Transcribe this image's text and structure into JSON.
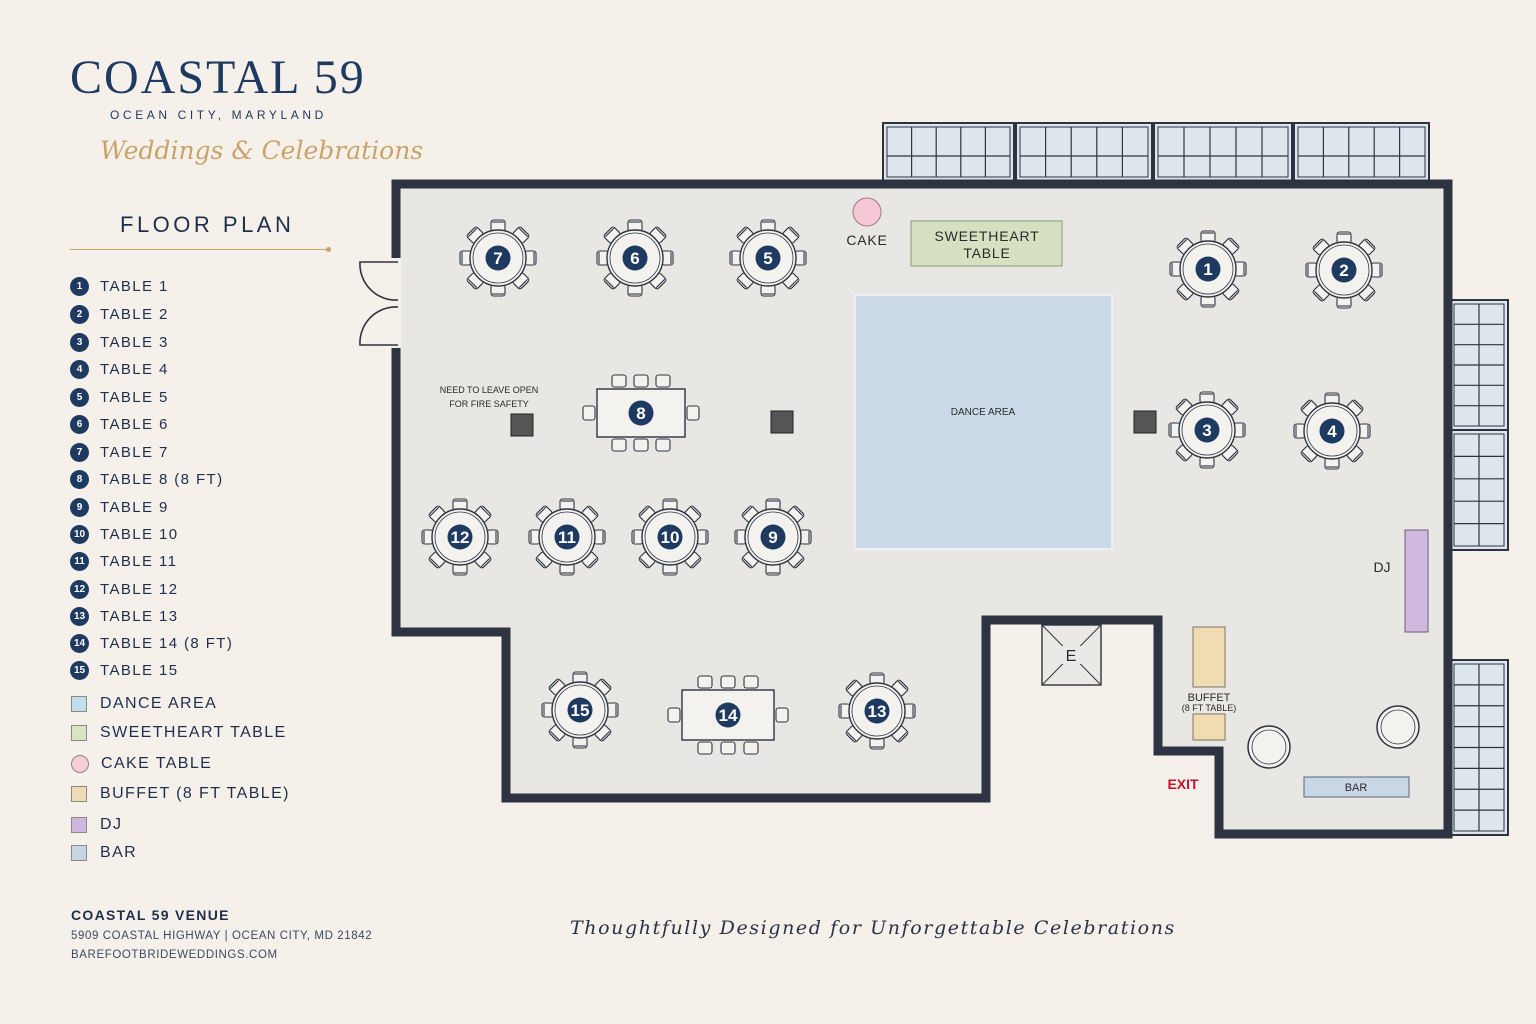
{
  "brand": {
    "title": "COASTAL 59",
    "subtitle": "OCEAN CITY, MARYLAND",
    "script": "Weddings & Celebrations"
  },
  "floor_plan_title": "FLOOR PLAN",
  "legend": {
    "tables": [
      {
        "num": "1",
        "label": "TABLE 1"
      },
      {
        "num": "2",
        "label": "TABLE 2"
      },
      {
        "num": "3",
        "label": "TABLE 3"
      },
      {
        "num": "4",
        "label": "TABLE 4"
      },
      {
        "num": "5",
        "label": "TABLE 5"
      },
      {
        "num": "6",
        "label": "TABLE 6"
      },
      {
        "num": "7",
        "label": "TABLE 7"
      },
      {
        "num": "8",
        "label": "TABLE 8 (8 FT)"
      },
      {
        "num": "9",
        "label": "TABLE 9"
      },
      {
        "num": "10",
        "label": "TABLE 10"
      },
      {
        "num": "11",
        "label": "TABLE 11"
      },
      {
        "num": "12",
        "label": "TABLE 12"
      },
      {
        "num": "13",
        "label": "TABLE 13"
      },
      {
        "num": "14",
        "label": "TABLE 14 (8 FT)"
      },
      {
        "num": "15",
        "label": "TABLE 15"
      }
    ],
    "areas": [
      {
        "label": "DANCE AREA",
        "color": "#bfe0ea"
      },
      {
        "label": "SWEETHEART TABLE",
        "color": "#d8e4c4"
      },
      {
        "label": "CAKE TABLE",
        "color": "#f5cdd6"
      },
      {
        "label": "BUFFET (8 FT TABLE)",
        "color": "#f0dcb4"
      },
      {
        "label": "DJ",
        "color": "#cfb6dc"
      },
      {
        "label": "BAR",
        "color": "#c6d4e3"
      }
    ]
  },
  "colors": {
    "navy": "#1f3a60",
    "gold": "#c9a46a",
    "wall": "#2d3340",
    "floor": "#e9e7e3",
    "dance": "#cbd9e8",
    "sweetheart": "#d5e1c0",
    "cake": "#f4c8d4",
    "buffet": "#efdcb2",
    "dj": "#d1b8df",
    "bar": "#c9d6e6",
    "exit": "#c8102e"
  },
  "plan": {
    "cake_label": "CAKE",
    "sweetheart_label_1": "SWEETHEART",
    "sweetheart_label_2": "TABLE",
    "dance_label": "DANCE AREA",
    "fire_note_1": "NEED TO LEAVE OPEN",
    "fire_note_2": "FOR FIRE SAFETY",
    "elevator_label": "E",
    "buffet_label_1": "BUFFET",
    "buffet_label_2": "(8 FT TABLE)",
    "exit_label": "EXIT",
    "dj_label": "DJ",
    "bar_label": "BAR",
    "round_tables": [
      "1",
      "2",
      "3",
      "4",
      "5",
      "6",
      "7",
      "9",
      "10",
      "11",
      "12",
      "13",
      "15"
    ],
    "long_tables": [
      "8",
      "14"
    ]
  },
  "footer": {
    "venue_name": "COASTAL 59 VENUE",
    "address": "5909 COASTAL HIGHWAY | OCEAN CITY, MD 21842",
    "website": "BAREFOOTBRIDEWEDDINGS.COM",
    "tagline": "Thoughtfully Designed for Unforgettable Celebrations"
  }
}
